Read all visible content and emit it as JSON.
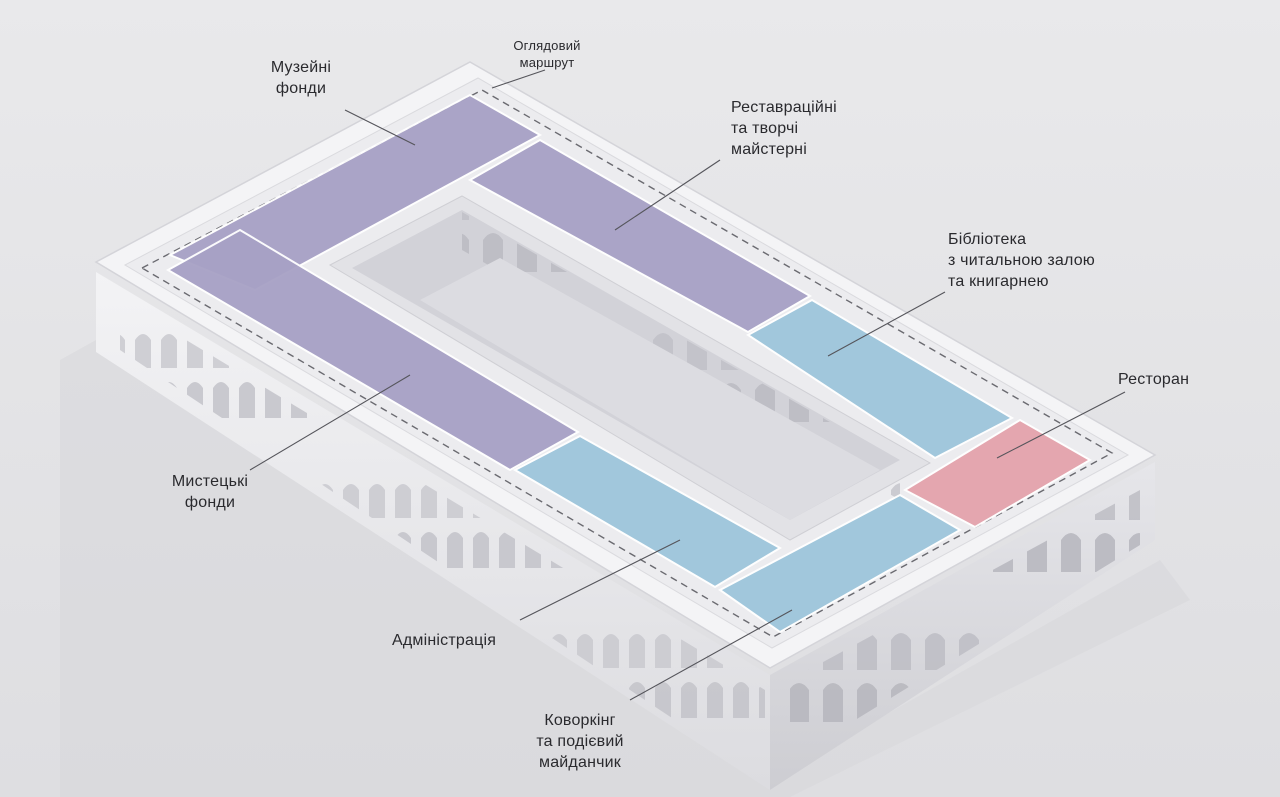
{
  "zones": [
    {
      "id": "museum",
      "lines": [
        "Музейні",
        "фонди"
      ],
      "color": "#a7a1c5"
    },
    {
      "id": "route",
      "lines": [
        "Оглядовий",
        "маршрут"
      ]
    },
    {
      "id": "workshops",
      "lines": [
        "Реставраційні",
        "та творчі",
        "майстерні"
      ],
      "color": "#a7a1c5"
    },
    {
      "id": "library",
      "lines": [
        "Бібліотека",
        "з читальною залою",
        "та книгарнею"
      ],
      "color": "#9ec6dc"
    },
    {
      "id": "restaurant",
      "lines": [
        "Ресторан"
      ],
      "color": "#e4a3ac"
    },
    {
      "id": "art",
      "lines": [
        "Мистецькі",
        "фонди"
      ],
      "color": "#a7a1c5"
    },
    {
      "id": "admin",
      "lines": [
        "Адміністрація"
      ],
      "color": "#9ec6dc"
    },
    {
      "id": "coworking",
      "lines": [
        "Коворкінг",
        "та подієвий",
        "майданчик"
      ],
      "color": "#9ec6dc"
    }
  ]
}
